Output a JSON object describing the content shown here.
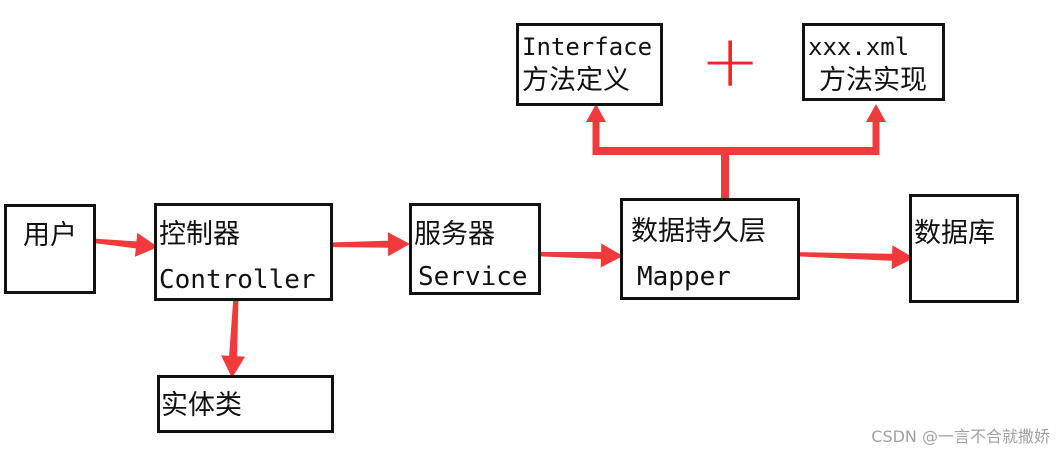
{
  "colors": {
    "arrow": "#f03a3c",
    "box_border": "#111111",
    "plus": "#e8262b",
    "watermark": "#a0a0a0"
  },
  "nodes": {
    "user": {
      "label": "用户"
    },
    "controller": {
      "line1": "控制器",
      "line2": "Controller"
    },
    "entity": {
      "label": "实体类"
    },
    "service": {
      "line1": "服务器",
      "line2": "Service"
    },
    "mapper": {
      "line1": "数据持久层",
      "line2": "Mapper"
    },
    "database": {
      "label": "数据库"
    },
    "interface": {
      "line1": "Interface",
      "line2": "方法定义"
    },
    "xml": {
      "line1": "xxx.xml",
      "line2": "方法实现"
    }
  },
  "plus_sign": "+",
  "edges": [
    {
      "from": "user",
      "to": "controller"
    },
    {
      "from": "controller",
      "to": "entity"
    },
    {
      "from": "controller",
      "to": "service"
    },
    {
      "from": "service",
      "to": "mapper"
    },
    {
      "from": "mapper",
      "to": "database"
    },
    {
      "from": "mapper",
      "to": "interface"
    },
    {
      "from": "mapper",
      "to": "xml"
    }
  ],
  "watermark": "CSDN @一言不合就撒娇"
}
